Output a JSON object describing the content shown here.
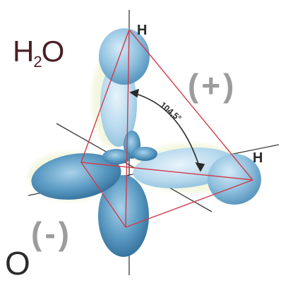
{
  "labels": {
    "formula_h": "H",
    "formula_sub": "2",
    "formula_o": "O",
    "hydrogen_top": "H",
    "hydrogen_right": "H",
    "oxygen": "O",
    "positive_charge": "(+)",
    "negative_charge": "(-)",
    "angle": "104,5°"
  },
  "colors": {
    "orbital_blue": "#4f8fb8",
    "bond_line": "#d23a4a",
    "axis": "#3a3a3a",
    "charge_gray": "#9c9c9c",
    "formula": "#4a1f25"
  }
}
